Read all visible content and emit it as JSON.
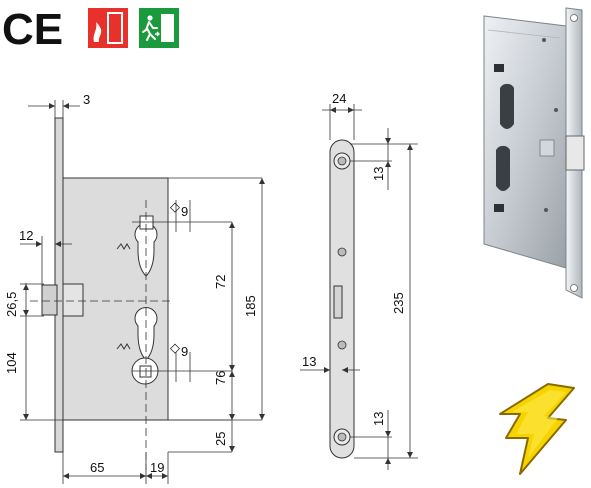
{
  "badges": {
    "ce_mark": "CE",
    "fire_door_icon": "fire-door-icon",
    "emergency_exit_icon": "emergency-exit-icon",
    "fire_color": "#e8312b",
    "exit_color": "#1a9a3c"
  },
  "front_view": {
    "dims": {
      "faceplate_thickness": "3",
      "latch_projection": "12",
      "latch_offset": "26,5",
      "backset_lower": "104",
      "cylinder_spacing": "72",
      "case_height": "185",
      "cylinder_square_upper": "9",
      "cylinder_square_lower": "9",
      "lower_cyl_offset": "76",
      "bottom_offset": "25",
      "backset": "65",
      "cylinder_center": "19"
    }
  },
  "side_view": {
    "dims": {
      "plate_width": "24",
      "top_screw": "13",
      "plate_height": "235",
      "latch_center": "13",
      "bottom_screw": "13"
    }
  },
  "product_photo": {
    "icon": "mortise-lock-photo"
  },
  "decor": {
    "lightning_icon": "lightning-bolt-icon",
    "lightning_color": "#f5d400"
  }
}
